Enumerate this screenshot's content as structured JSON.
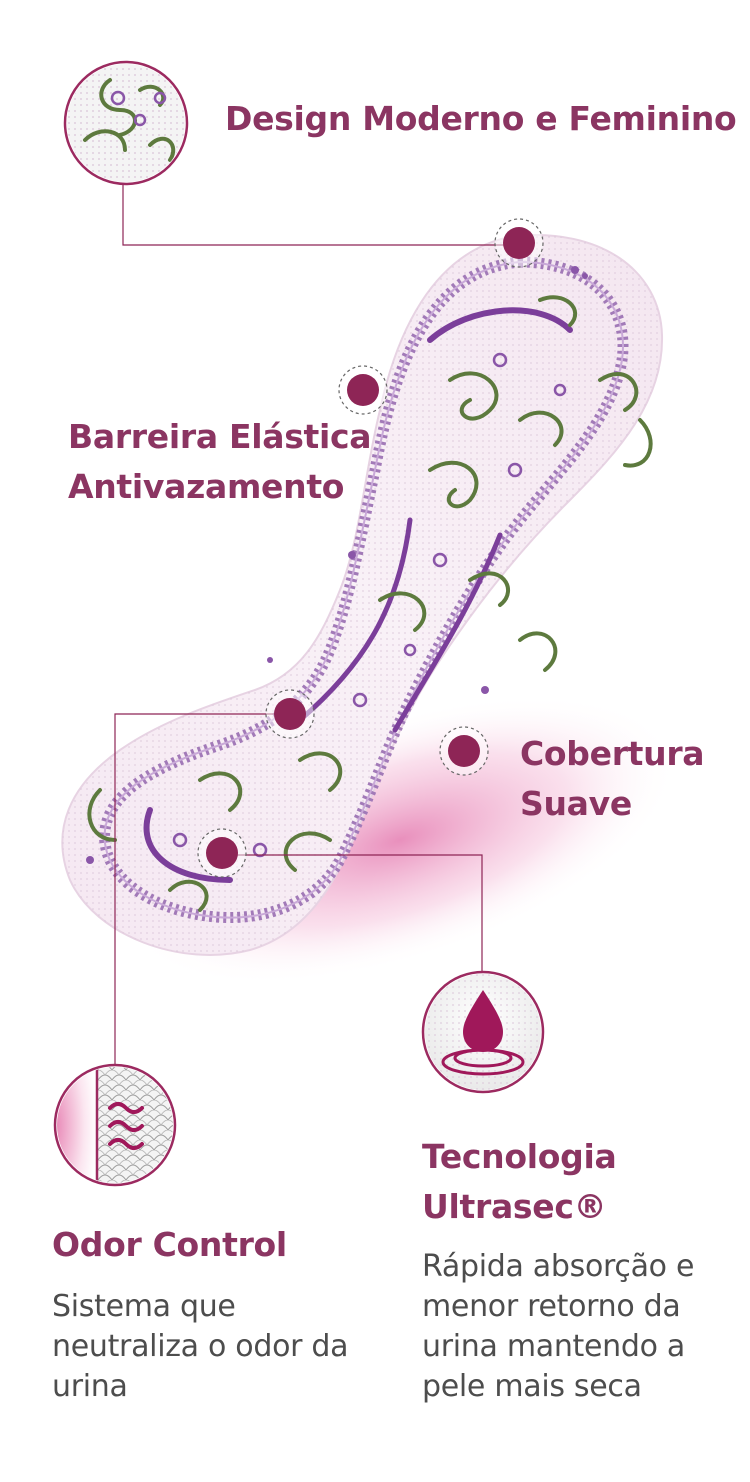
{
  "features": {
    "design": {
      "title": "Design Moderno e Feminino",
      "icon": "floral-swirl-icon"
    },
    "barrier": {
      "title_line1": "Barreira Elástica",
      "title_line2": "Antivazamento"
    },
    "cover": {
      "title_line1": "Cobertura",
      "title_line2": "Suave"
    },
    "ultrasec": {
      "title_line1": "Tecnologia",
      "title_line2": "Ultrasec®",
      "desc_line1": "Rápida absorção e",
      "desc_line2": "menor retorno da",
      "desc_line3": "urina mantendo a",
      "desc_line4": "pele mais seca",
      "icon": "water-drop-icon"
    },
    "odor": {
      "title": "Odor Control",
      "desc_line1": "Sistema que",
      "desc_line2": "neutraliza o odor da",
      "desc_line3": "urina",
      "icon": "odor-waves-icon"
    }
  },
  "colors": {
    "brand": "#8b3562",
    "marker": "#8e2556",
    "pad_edge": "#a27ab8",
    "pad_fill": "#f7eef6",
    "print_green": "#5d7a3e",
    "print_purple": "#8a56a8",
    "shadow_pink": "#e889b8",
    "text_gray": "#4d4d4d"
  }
}
